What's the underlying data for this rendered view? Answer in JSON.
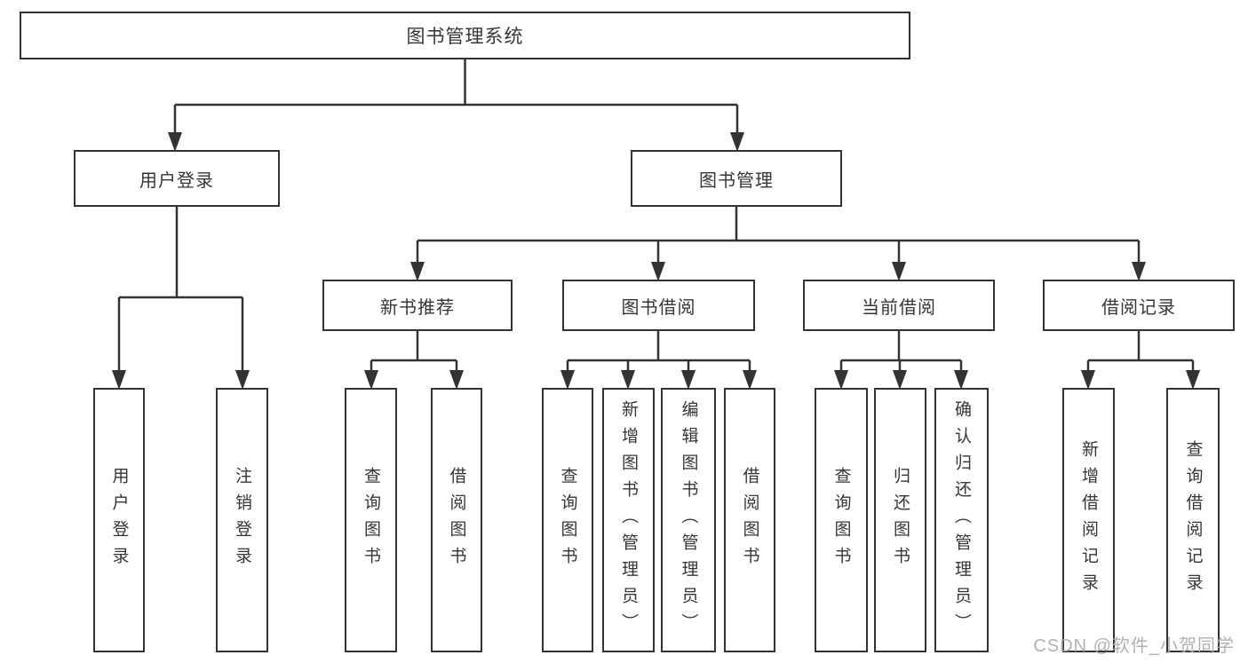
{
  "page": {
    "background": "#ffffff",
    "line_color": "#333333",
    "text_color": "#363636"
  },
  "root": {
    "label": "图书管理系统"
  },
  "branches": {
    "user_login": {
      "label": "用户登录",
      "children": [
        {
          "label": "用户登录"
        },
        {
          "label": "注销登录"
        }
      ]
    },
    "book_management": {
      "label": "图书管理",
      "children": [
        {
          "label": "新书推荐",
          "children": [
            {
              "label": "查询图书"
            },
            {
              "label": "借阅图书"
            }
          ]
        },
        {
          "label": "图书借阅",
          "children": [
            {
              "label": "查询图书"
            },
            {
              "label": "新增图书（管理员）"
            },
            {
              "label": "编辑图书（管理员）"
            },
            {
              "label": "借阅图书"
            }
          ]
        },
        {
          "label": "当前借阅",
          "children": [
            {
              "label": "查询图书"
            },
            {
              "label": "归还图书"
            },
            {
              "label": "确认归还（管理员）"
            }
          ]
        },
        {
          "label": "借阅记录",
          "children": [
            {
              "label": "新增借阅记录"
            },
            {
              "label": "查询借阅记录"
            }
          ]
        }
      ]
    }
  },
  "watermark": {
    "text": "CSDN @软件_小贺同学",
    "color": "#a9a9a9"
  }
}
